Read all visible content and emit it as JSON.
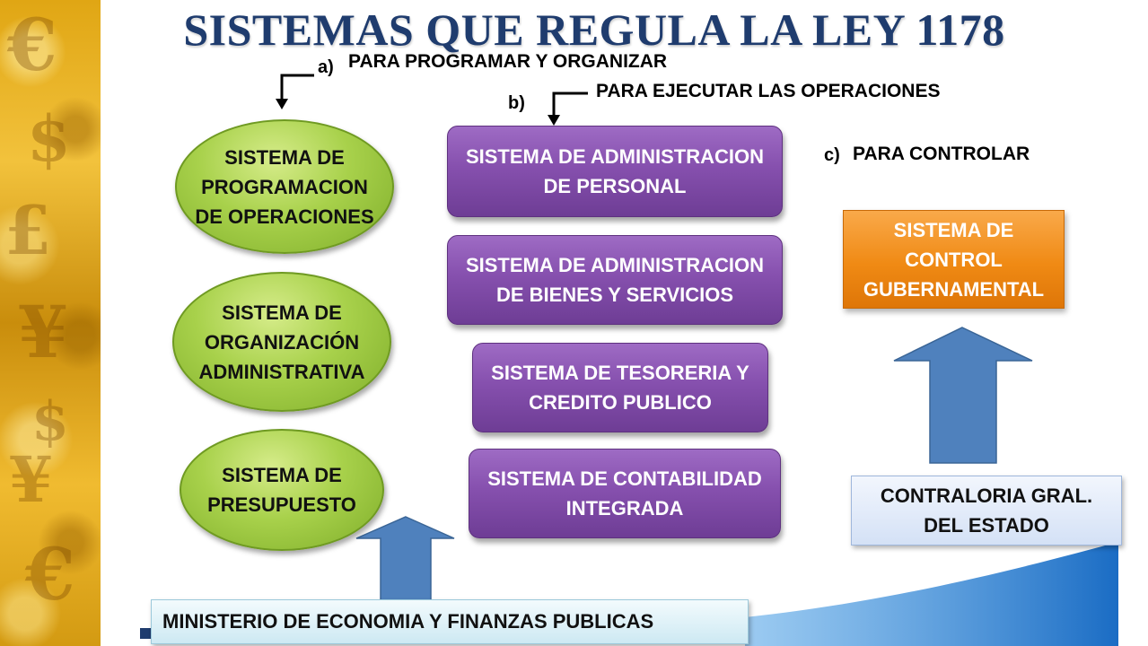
{
  "title": "SISTEMAS QUE REGULA LA LEY 1178",
  "labels": {
    "a_letter": "a)",
    "a_text": "PARA PROGRAMAR Y ORGANIZAR",
    "b_letter": "b)",
    "b_text": "PARA EJECUTAR LAS OPERACIONES",
    "c_letter": "c)",
    "c_text": "PARA CONTROLAR"
  },
  "programar": [
    "SISTEMA DE\nPROGRAMACION\nDE OPERACIONES",
    "SISTEMA DE\nORGANIZACIÓN\nADMINISTRATIVA",
    "SISTEMA DE\nPRESUPUESTO"
  ],
  "ejecutar": [
    "SISTEMA DE ADMINISTRACION\nDE PERSONAL",
    "SISTEMA DE ADMINISTRACION\nDE BIENES Y SERVICIOS",
    "SISTEMA DE TESORERIA Y\nCREDITO PUBLICO",
    "SISTEMA DE CONTABILIDAD\nINTEGRADA"
  ],
  "controlar": "SISTEMA DE\nCONTROL\nGUBERNAMENTAL",
  "contraloria": "CONTRALORIA GRAL.\nDEL ESTADO",
  "ministerio": "MINISTERIO DE ECONOMIA Y FINANZAS PUBLICAS",
  "colors": {
    "title": "#1f3c6e",
    "green": "#a8d14b",
    "purple": "#8650ae",
    "orange": "#f08a14",
    "arrow_blue": "#4f81bd",
    "swoosh_blue": "#1f6fc2"
  }
}
